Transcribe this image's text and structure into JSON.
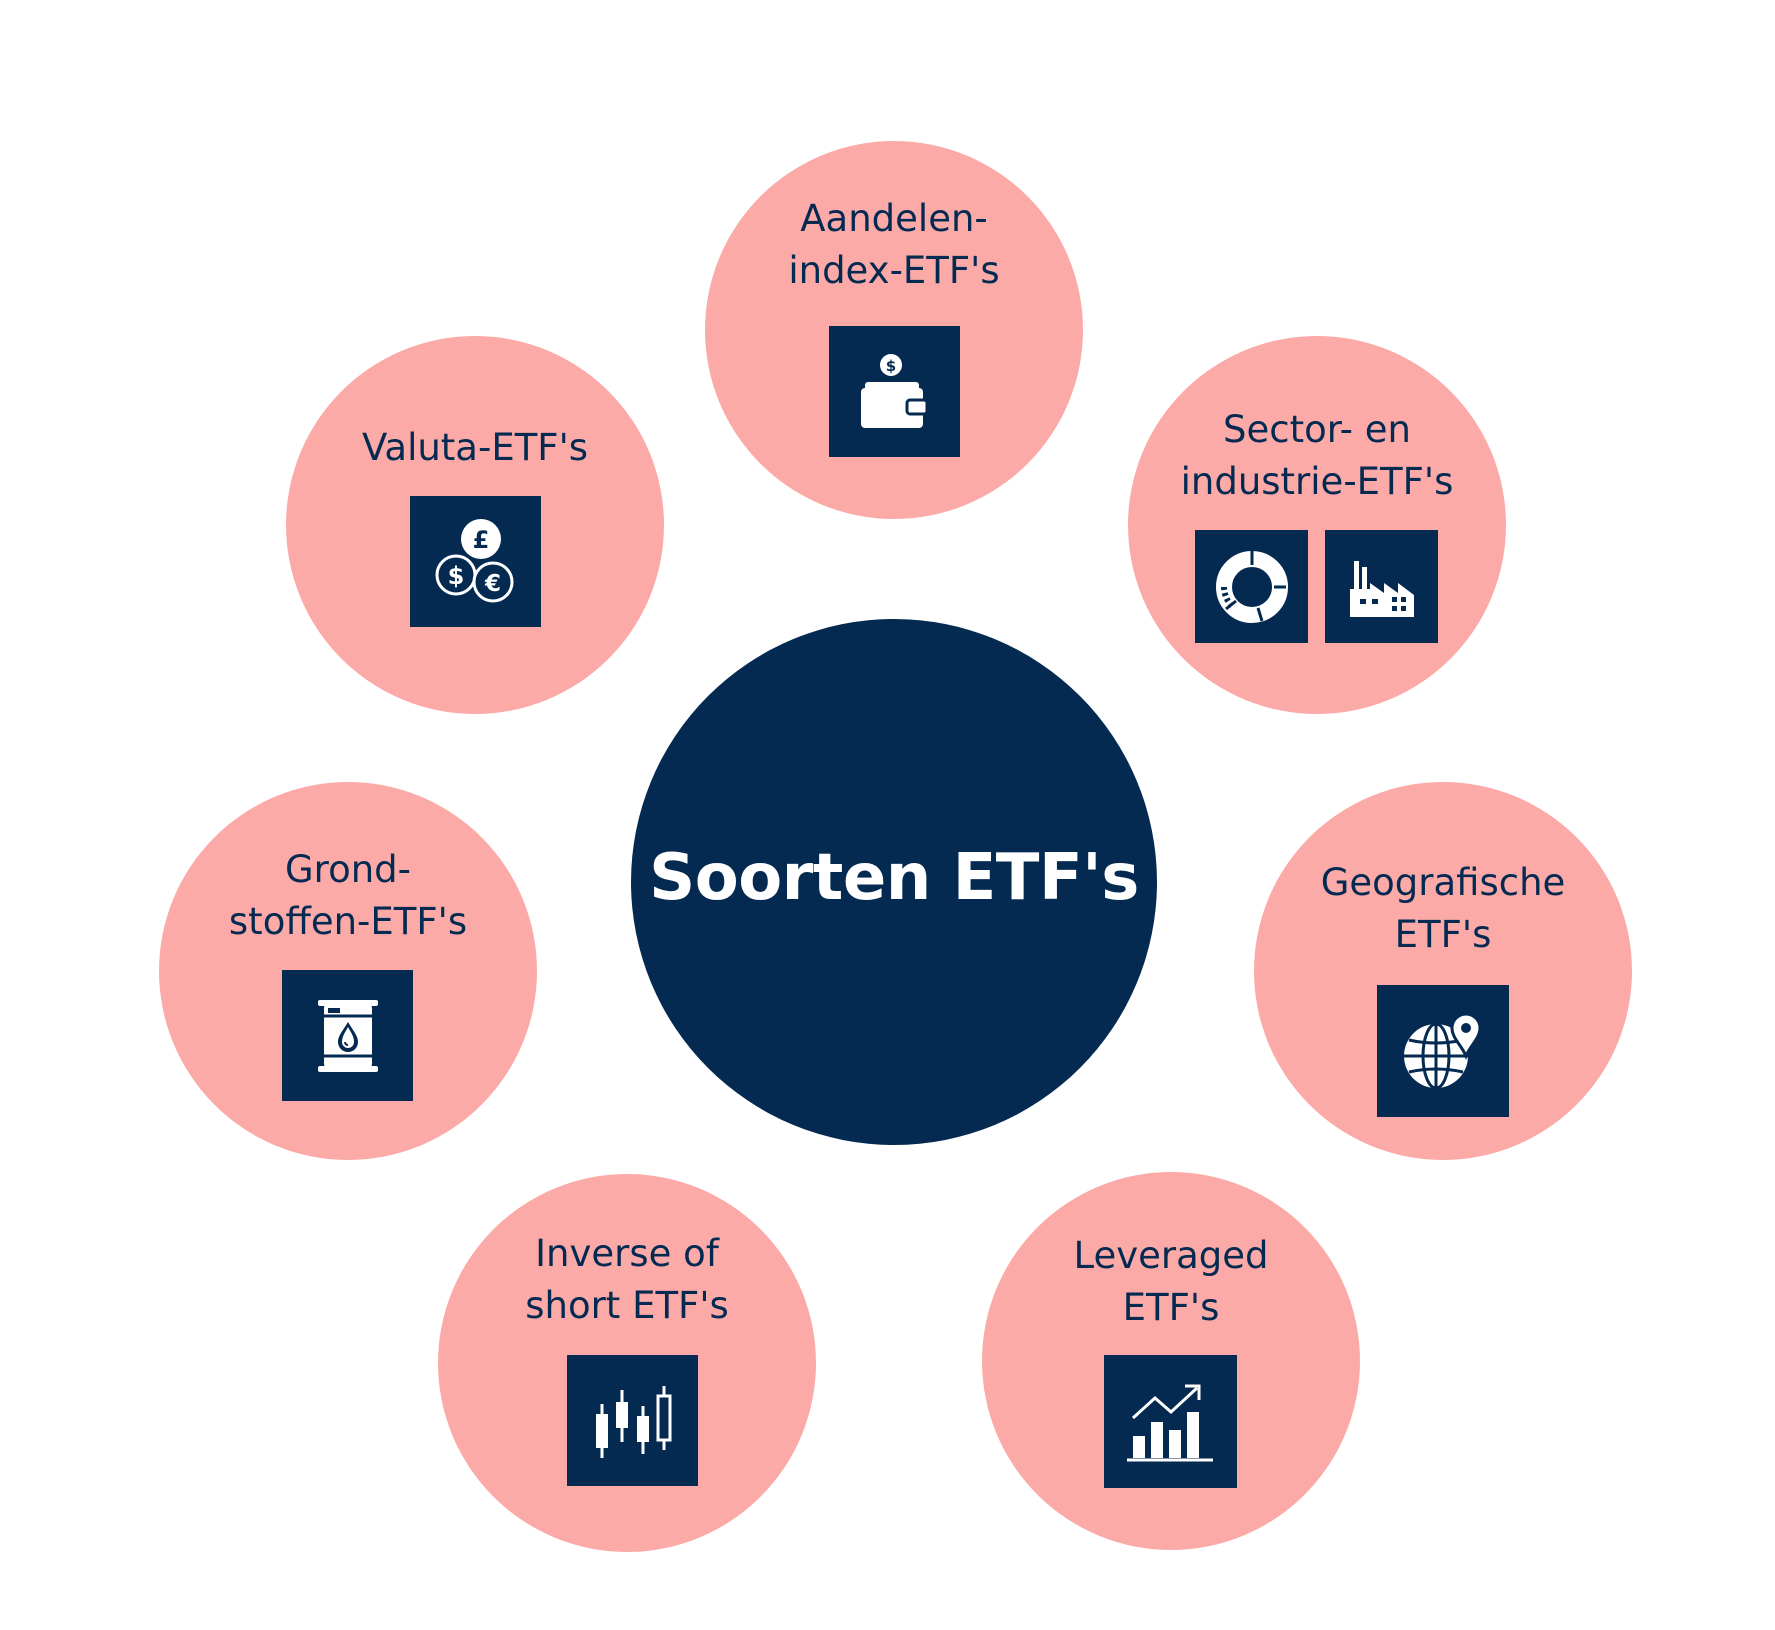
{
  "center": {
    "title": "Soorten ETF's"
  },
  "nodes": [
    {
      "lines": [
        "Aandelen-",
        "index-ETF's"
      ],
      "icons": [
        "wallet-coin-icon"
      ]
    },
    {
      "lines": [
        "Valuta-ETF's"
      ],
      "icons": [
        "currency-coins-icon"
      ]
    },
    {
      "lines": [
        "Sector- en",
        "industrie-ETF's"
      ],
      "icons": [
        "donut-chart-icon",
        "factory-icon"
      ]
    },
    {
      "lines": [
        "Grond-",
        "stoffen-ETF's"
      ],
      "icons": [
        "oil-barrel-icon"
      ]
    },
    {
      "lines": [
        "Geografische",
        "ETF's"
      ],
      "icons": [
        "globe-location-icon"
      ]
    },
    {
      "lines": [
        "Inverse of",
        "short ETF's"
      ],
      "icons": [
        "candlestick-icon"
      ]
    },
    {
      "lines": [
        "Leveraged",
        "ETF's"
      ],
      "icons": [
        "growth-chart-icon"
      ]
    }
  ],
  "colors": {
    "navy": "#052a52",
    "pink": "#fbaaa7",
    "white": "#ffffff"
  }
}
